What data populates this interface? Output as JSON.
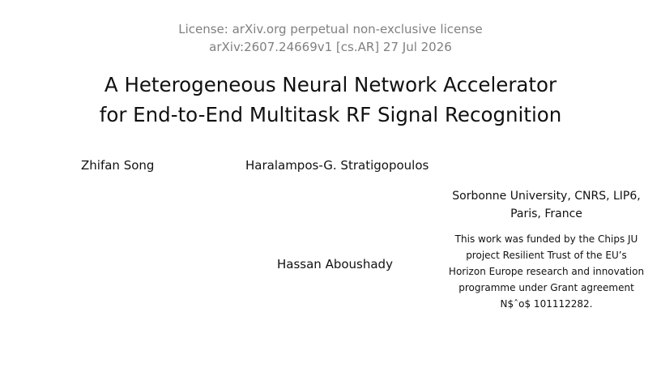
{
  "license": {
    "line1": "License: arXiv.org perpetual non-exclusive license",
    "line2": "arXiv:2607.24669v1 [cs.AR] 27 Jul 2026"
  },
  "title": {
    "line1": "A Heterogeneous Neural Network Accelerator",
    "line2": "for End-to-End Multitask RF Signal Recognition"
  },
  "authors": [
    {
      "name": "Zhifan Song"
    },
    {
      "name": "Haralampos-G. Stratigopoulos"
    },
    {
      "name": "Hassan Aboushady"
    }
  ],
  "affiliation": "Sorbonne University, CNRS, LIP6, Paris, France",
  "funding": "This work was funded by the Chips JU project Resilient Trust of the EU’s Horizon Europe research and innovation programme under Grant agreement N$ˆo$ 101112282."
}
